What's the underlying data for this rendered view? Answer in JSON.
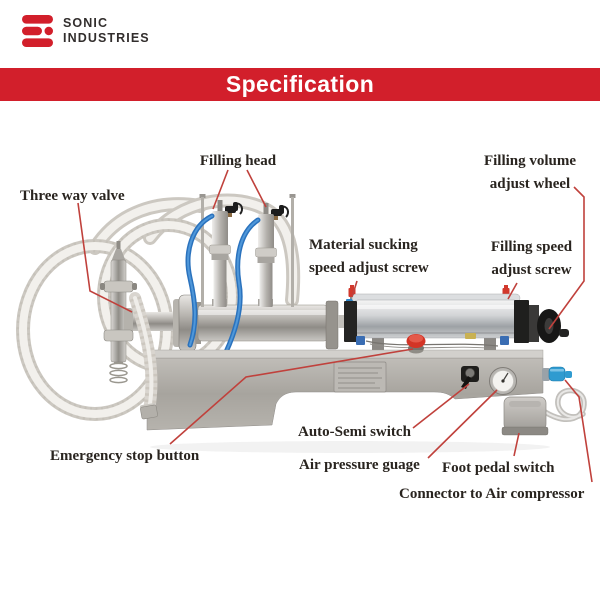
{
  "header": {
    "brand_line1": "SONIC",
    "brand_line2": "INDUSTRIES"
  },
  "banner": {
    "title": "Specification"
  },
  "colors": {
    "accent": "#d21f2b",
    "callout_line": "#c0413c",
    "label_ink": "#29241f"
  },
  "diagram": {
    "machine": "pneumatic double-head liquid filling machine",
    "labels": [
      {
        "id": "filling-head",
        "text": "Filling head"
      },
      {
        "id": "three-way-valve",
        "text": "Three way valve"
      },
      {
        "id": "filling-volume-adjust-wheel",
        "text": "Filling volume adjust wheel"
      },
      {
        "id": "material-sucking-speed-adjust-screw",
        "text": "Material sucking speed adjust screw"
      },
      {
        "id": "filling-speed-adjust-screw",
        "text": "Filling speed adjust screw"
      },
      {
        "id": "emergency-stop-button",
        "text": "Emergency stop button"
      },
      {
        "id": "auto-semi-switch",
        "text": "Auto-Semi switch"
      },
      {
        "id": "air-pressure-guage",
        "text": "Air pressure guage"
      },
      {
        "id": "foot-pedal-switch",
        "text": "Foot pedal switch"
      },
      {
        "id": "connector-to-air-compressor",
        "text": "Connector to Air compressor"
      }
    ]
  }
}
